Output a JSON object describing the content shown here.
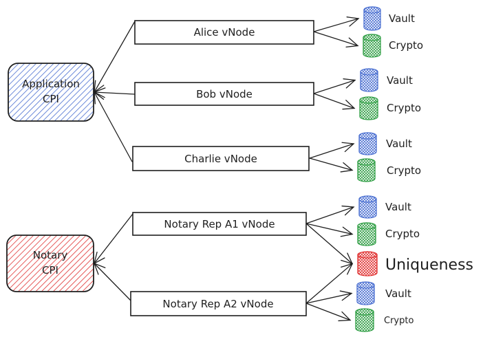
{
  "colors": {
    "application": "#4a6fd1",
    "notary": "#e03131",
    "vault": "#4a6fd1",
    "crypto": "#2f9e44",
    "uniqueness": "#e03131",
    "ink": "#1e1e1e"
  },
  "cpis": [
    {
      "id": "application",
      "line1": "Application",
      "line2": "CPI"
    },
    {
      "id": "notary",
      "line1": "Notary",
      "line2": "CPI"
    }
  ],
  "vnodes": [
    {
      "id": "alice",
      "label": "Alice vNode"
    },
    {
      "id": "bob",
      "label": "Bob vNode"
    },
    {
      "id": "charlie",
      "label": "Charlie vNode"
    },
    {
      "id": "notary-a1",
      "label": "Notary Rep A1 vNode"
    },
    {
      "id": "notary-a2",
      "label": "Notary Rep A2 vNode"
    }
  ],
  "stores": [
    {
      "id": "alice-vault",
      "kind": "vault",
      "label": "Vault"
    },
    {
      "id": "alice-crypto",
      "kind": "crypto",
      "label": "Crypto"
    },
    {
      "id": "bob-vault",
      "kind": "vault",
      "label": "Vault"
    },
    {
      "id": "bob-crypto",
      "kind": "crypto",
      "label": "Crypto"
    },
    {
      "id": "charlie-vault",
      "kind": "vault",
      "label": "Vault"
    },
    {
      "id": "charlie-crypto",
      "kind": "crypto",
      "label": "Crypto"
    },
    {
      "id": "a1-vault",
      "kind": "vault",
      "label": "Vault"
    },
    {
      "id": "a1-crypto",
      "kind": "crypto",
      "label": "Crypto"
    },
    {
      "id": "uniqueness",
      "kind": "uniqueness",
      "label": "Uniqueness"
    },
    {
      "id": "a2-vault",
      "kind": "vault",
      "label": "Vault"
    },
    {
      "id": "a2-crypto",
      "kind": "crypto",
      "label": "Crypto"
    }
  ],
  "edges": [
    {
      "from": "alice",
      "to": "application"
    },
    {
      "from": "bob",
      "to": "application"
    },
    {
      "from": "charlie",
      "to": "application"
    },
    {
      "from": "notary-a1",
      "to": "notary"
    },
    {
      "from": "notary-a2",
      "to": "notary"
    },
    {
      "from": "alice",
      "to": "alice-vault"
    },
    {
      "from": "alice",
      "to": "alice-crypto"
    },
    {
      "from": "bob",
      "to": "bob-vault"
    },
    {
      "from": "bob",
      "to": "bob-crypto"
    },
    {
      "from": "charlie",
      "to": "charlie-vault"
    },
    {
      "from": "charlie",
      "to": "charlie-crypto"
    },
    {
      "from": "notary-a1",
      "to": "a1-vault"
    },
    {
      "from": "notary-a1",
      "to": "a1-crypto"
    },
    {
      "from": "notary-a1",
      "to": "uniqueness"
    },
    {
      "from": "notary-a2",
      "to": "uniqueness"
    },
    {
      "from": "notary-a2",
      "to": "a2-vault"
    },
    {
      "from": "notary-a2",
      "to": "a2-crypto"
    }
  ]
}
